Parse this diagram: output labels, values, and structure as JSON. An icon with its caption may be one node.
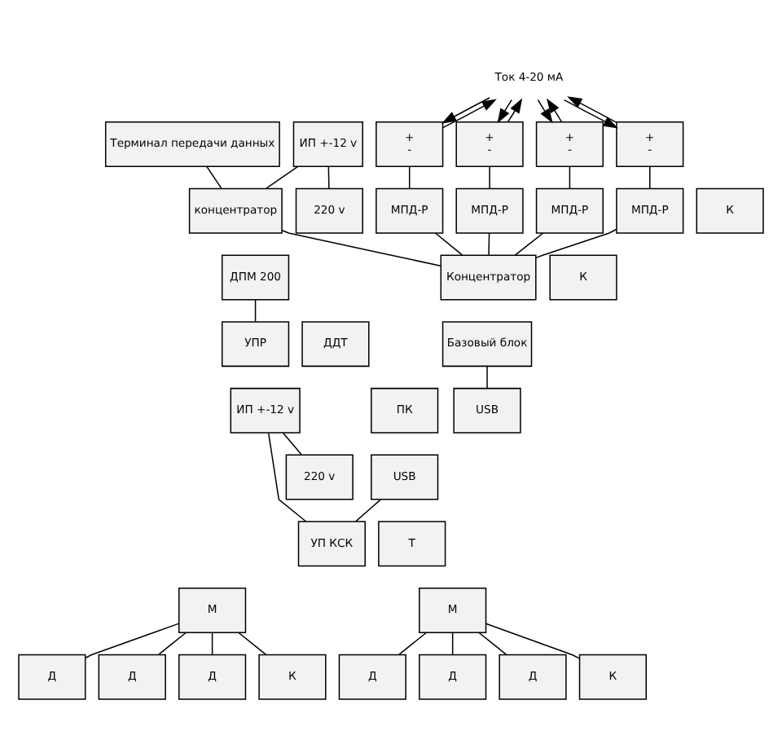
{
  "diagram": {
    "nodes": [
      {
        "text": [
          "+",
          "-"
        ]
      },
      {
        "text": [
          "+",
          "-"
        ]
      },
      {
        "text": [
          "+",
          "-"
        ]
      },
      {
        "text": [
          "+",
          "-"
        ]
      },
      {
        "text": [
          "МПД-Р"
        ]
      },
      {
        "text": [
          "МПД-Р"
        ]
      },
      {
        "text": [
          "МПД-Р"
        ]
      },
      {
        "text": [
          "МПД-Р"
        ]
      },
      {
        "text": [
          "Терминал передачи данных"
        ]
      },
      {
        "text": [
          "ИП +-12 v"
        ]
      },
      {
        "text": [
          "К"
        ]
      },
      {
        "text": [
          "концентратор"
        ]
      },
      {
        "text": [
          "К"
        ]
      },
      {
        "text": [
          "Концентратор"
        ]
      },
      {
        "text": [
          "220 v"
        ]
      },
      {
        "text": [
          "Базовый блок"
        ]
      },
      {
        "text": [
          "USB"
        ]
      },
      {
        "text": [
          "ПК"
        ]
      },
      {
        "text": [
          "USB"
        ]
      },
      {
        "text": [
          "УПР"
        ]
      },
      {
        "text": [
          "ДПМ 200"
        ]
      },
      {
        "text": [
          "УП КСК"
        ]
      },
      {
        "text": [
          "Т"
        ]
      },
      {
        "text": [
          "М"
        ]
      },
      {
        "text": [
          "М"
        ]
      },
      {
        "text": [
          "ИП +-12 v"
        ]
      },
      {
        "text": [
          "ДДТ"
        ]
      },
      {
        "text": [
          "Д"
        ]
      },
      {
        "text": [
          "Д"
        ]
      },
      {
        "text": [
          "Д"
        ]
      },
      {
        "text": [
          "Д"
        ]
      },
      {
        "text": [
          "Д"
        ]
      },
      {
        "text": [
          "Д"
        ]
      },
      {
        "text": [
          "220 v"
        ]
      },
      {
        "text": [
          "К"
        ]
      },
      {
        "text": [
          "К"
        ]
      },
      {
        "text": [
          "Ток 4-20 мА"
        ]
      }
    ],
    "edges": [
      {
        "from": 36,
        "to": 0,
        "arrow": "to"
      },
      {
        "from": 0,
        "to": 36,
        "arrow": "to"
      },
      {
        "from": 36,
        "to": 1,
        "arrow": "to"
      },
      {
        "from": 1,
        "to": 36,
        "arrow": "to"
      },
      {
        "from": 36,
        "to": 2,
        "arrow": "to"
      },
      {
        "from": 2,
        "to": 36,
        "arrow": "to"
      },
      {
        "from": 36,
        "to": 3,
        "arrow": "to"
      },
      {
        "from": 3,
        "to": 36,
        "arrow": "to"
      },
      {
        "from": 0,
        "to": 4,
        "arrow": "none"
      },
      {
        "from": 1,
        "to": 5,
        "arrow": "none"
      },
      {
        "from": 2,
        "to": 6,
        "arrow": "none"
      },
      {
        "from": 3,
        "to": 7,
        "arrow": "none"
      },
      {
        "from": 4,
        "to": 13,
        "arrow": "none"
      },
      {
        "from": 5,
        "to": 13,
        "arrow": "none"
      },
      {
        "from": 6,
        "to": 13,
        "arrow": "none"
      },
      {
        "from": 7,
        "to": 13,
        "arrow": "none"
      },
      {
        "from": 8,
        "to": 11,
        "arrow": "none"
      },
      {
        "from": 9,
        "to": 11,
        "arrow": "none"
      },
      {
        "from": 11,
        "to": 13,
        "arrow": "none"
      },
      {
        "from": 9,
        "to": 14,
        "arrow": "none"
      },
      {
        "from": 15,
        "to": 16,
        "arrow": "none"
      },
      {
        "from": 18,
        "to": 21,
        "arrow": "none"
      },
      {
        "from": 20,
        "to": 19,
        "arrow": "none"
      },
      {
        "from": 25,
        "to": 21,
        "arrow": "none"
      },
      {
        "from": 25,
        "to": 33,
        "arrow": "none"
      },
      {
        "from": 23,
        "to": 27,
        "arrow": "none"
      },
      {
        "from": 23,
        "to": 29,
        "arrow": "none"
      },
      {
        "from": 23,
        "to": 31,
        "arrow": "none"
      },
      {
        "from": 23,
        "to": 34,
        "arrow": "none"
      },
      {
        "from": 24,
        "to": 28,
        "arrow": "none"
      },
      {
        "from": 24,
        "to": 30,
        "arrow": "none"
      },
      {
        "from": 24,
        "to": 32,
        "arrow": "none"
      },
      {
        "from": 24,
        "to": 35,
        "arrow": "none"
      }
    ]
  }
}
